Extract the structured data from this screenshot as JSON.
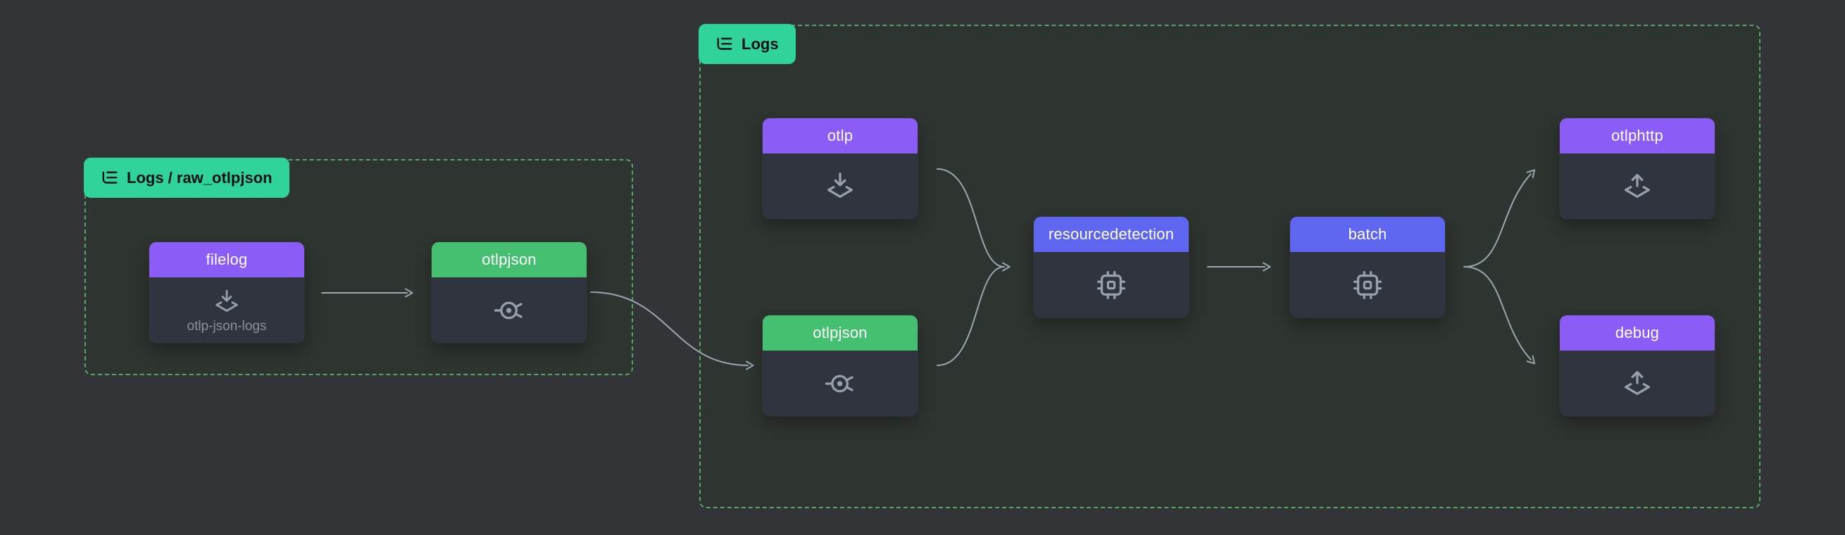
{
  "colors": {
    "canvas-bg": "#333438",
    "group-bg": "#2e342f",
    "group-border": "#55a564",
    "badge-bg": "#30d39a",
    "badge-text": "#0c1117",
    "header-receiver": "#8b5cf6",
    "header-exporter": "#8b5cf6",
    "header-connector": "#45c070",
    "header-processor": "#5e66f0",
    "node-body": "#30343e",
    "node-title": "#ffffff",
    "node-subtitle": "#8b919b",
    "edge": "#9ba6b0",
    "icon": "#98a0ab"
  },
  "groups": [
    {
      "label": "Logs / raw_otlpjson",
      "icon": "list-tree-icon"
    },
    {
      "label": "Logs",
      "icon": "list-tree-icon"
    }
  ],
  "nodes": [
    {
      "title": "filelog",
      "subtitle": "otlp-json-logs",
      "type": "receiver",
      "icon": "receiver-icon",
      "pipeline": "Logs / raw_otlpjson"
    },
    {
      "title": "otlpjson",
      "type": "connector",
      "icon": "connector-icon",
      "pipeline": "Logs / raw_otlpjson"
    },
    {
      "title": "otlp",
      "type": "receiver",
      "icon": "receiver-icon",
      "pipeline": "Logs"
    },
    {
      "title": "otlpjson",
      "type": "connector",
      "icon": "connector-icon",
      "pipeline": "Logs"
    },
    {
      "title": "resourcedetection",
      "type": "processor",
      "icon": "processor-icon",
      "pipeline": "Logs"
    },
    {
      "title": "batch",
      "type": "processor",
      "icon": "processor-icon",
      "pipeline": "Logs"
    },
    {
      "title": "otlphttp",
      "type": "exporter",
      "icon": "exporter-icon",
      "pipeline": "Logs"
    },
    {
      "title": "debug",
      "type": "exporter",
      "icon": "exporter-icon",
      "pipeline": "Logs"
    }
  ],
  "edges": [
    {
      "from": "filelog",
      "to": "otlpjson",
      "pipeline": "Logs / raw_otlpjson"
    },
    {
      "from": "otlpjson (Logs / raw_otlpjson)",
      "to": "otlpjson (Logs)"
    },
    {
      "from": "otlp",
      "to": "resourcedetection",
      "pipeline": "Logs"
    },
    {
      "from": "otlpjson",
      "to": "resourcedetection",
      "pipeline": "Logs"
    },
    {
      "from": "resourcedetection",
      "to": "batch",
      "pipeline": "Logs"
    },
    {
      "from": "batch",
      "to": "otlphttp",
      "pipeline": "Logs"
    },
    {
      "from": "batch",
      "to": "debug",
      "pipeline": "Logs"
    }
  ]
}
